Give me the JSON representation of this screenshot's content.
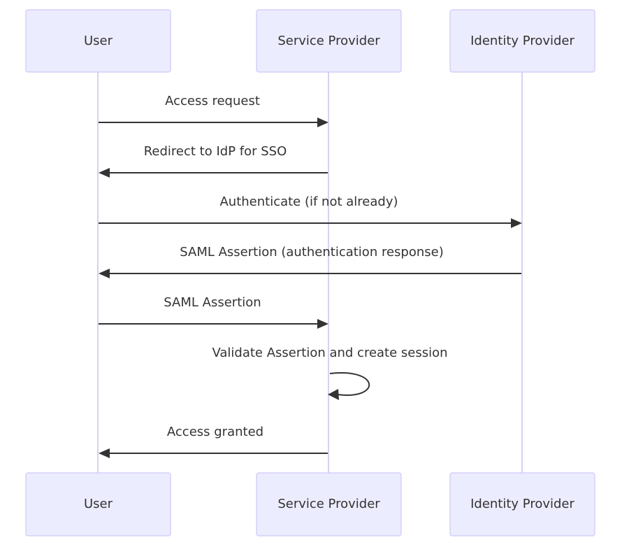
{
  "diagram": {
    "type": "sequence",
    "participants": [
      {
        "id": "user",
        "label": "User"
      },
      {
        "id": "sp",
        "label": "Service Provider"
      },
      {
        "id": "idp",
        "label": "Identity Provider"
      }
    ],
    "messages": [
      {
        "from": "user",
        "to": "sp",
        "label": "Access request"
      },
      {
        "from": "sp",
        "to": "user",
        "label": "Redirect to IdP for SSO"
      },
      {
        "from": "user",
        "to": "idp",
        "label": "Authenticate (if not already)"
      },
      {
        "from": "idp",
        "to": "user",
        "label": "SAML Assertion (authentication response)"
      },
      {
        "from": "user",
        "to": "sp",
        "label": "SAML Assertion"
      },
      {
        "from": "sp",
        "to": "sp",
        "label": "Validate Assertion and create session"
      },
      {
        "from": "sp",
        "to": "user",
        "label": "Access granted"
      }
    ]
  }
}
